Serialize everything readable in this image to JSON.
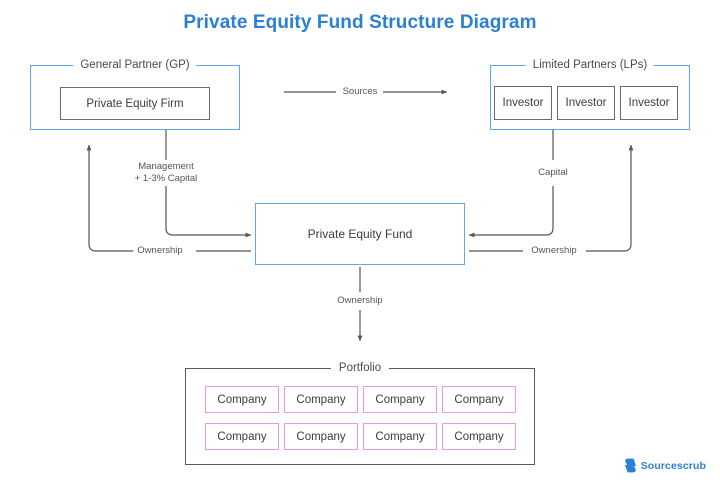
{
  "title": "Private Equity Fund Structure Diagram",
  "colors": {
    "background": "#ffffff",
    "title": "#2b7fd4",
    "blue_border": "#5BA9E8",
    "gray_border": "#6b6b6b",
    "pink_border": "#E89AE0",
    "connector": "#555555",
    "text": "#3c3c3c",
    "brand": "#2b7fd4"
  },
  "groups": {
    "general_partner": {
      "label": "General Partner (GP)",
      "nodes": [
        {
          "label": "Private Equity Firm"
        }
      ]
    },
    "limited_partners": {
      "label": "Limited Partners (LPs)",
      "nodes": [
        {
          "label": "Investor"
        },
        {
          "label": "Investor"
        },
        {
          "label": "Investor"
        }
      ]
    },
    "fund": {
      "label": "Private Equity Fund"
    },
    "portfolio": {
      "label": "Portfolio",
      "companies": [
        {
          "label": "Company"
        },
        {
          "label": "Company"
        },
        {
          "label": "Company"
        },
        {
          "label": "Company"
        },
        {
          "label": "Company"
        },
        {
          "label": "Company"
        },
        {
          "label": "Company"
        },
        {
          "label": "Company"
        }
      ]
    }
  },
  "edges": {
    "sources": {
      "label": "Sources"
    },
    "management_fee": {
      "label_line1": "Management",
      "label_line2": "+ 1-3% Capital"
    },
    "gp_ownership": {
      "label": "Ownership"
    },
    "lp_capital": {
      "label": "Capital"
    },
    "lp_ownership": {
      "label": "Ownership"
    },
    "fund_ownership": {
      "label": "Ownership"
    }
  },
  "brand": {
    "name": "Sourcescrub",
    "icon": "sourcescrub-logo-icon"
  }
}
